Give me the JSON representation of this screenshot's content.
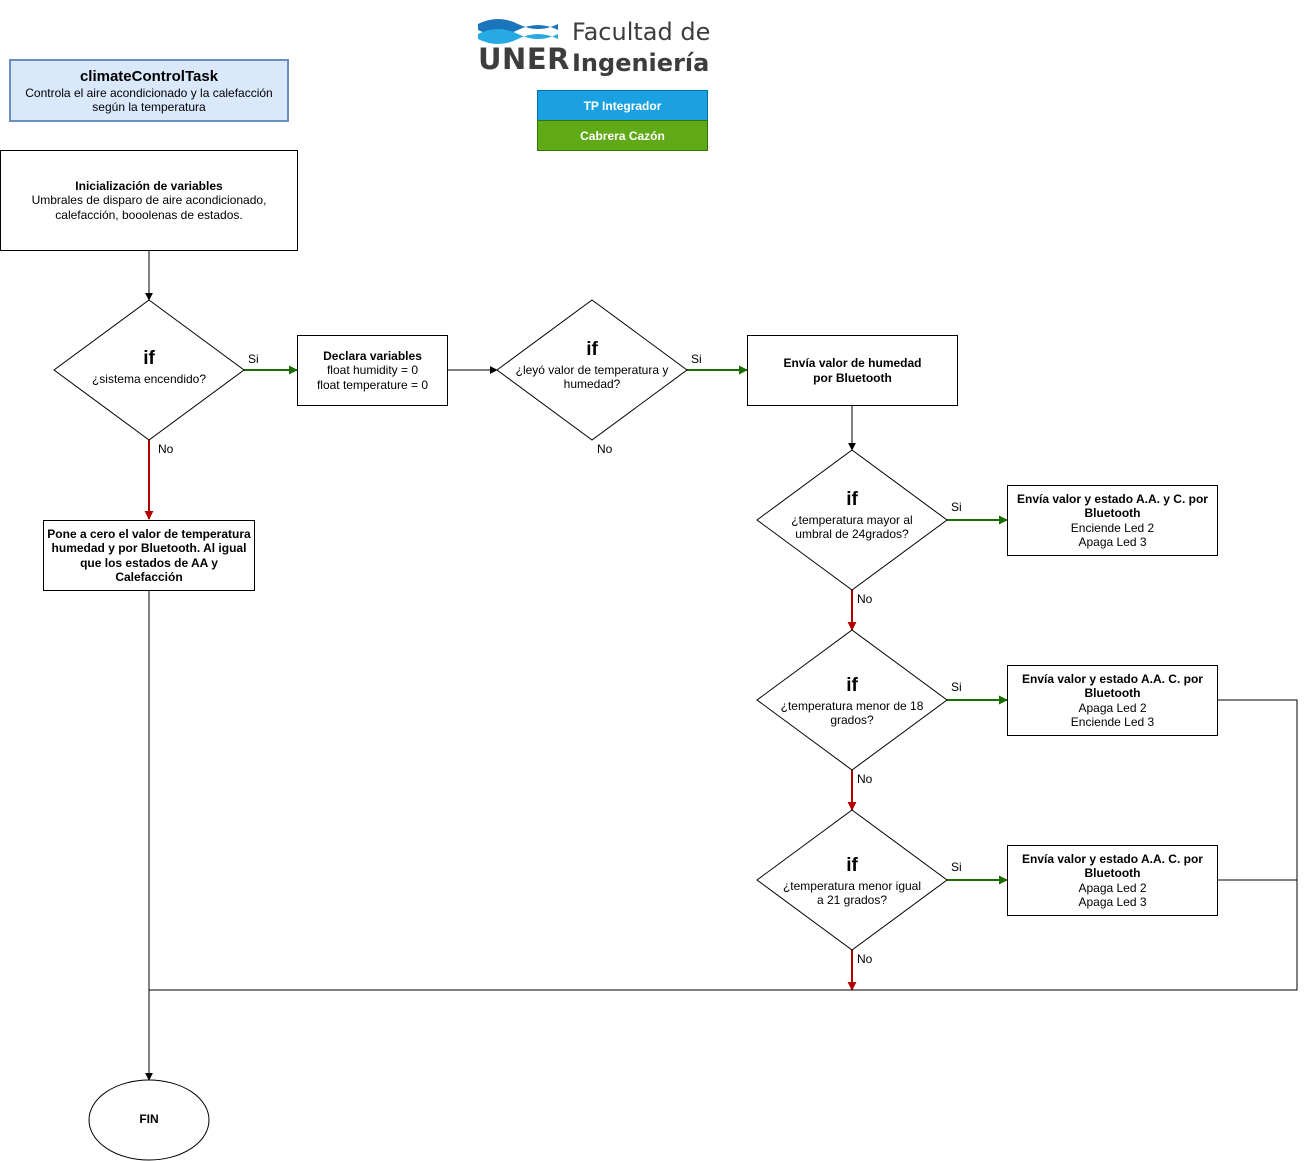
{
  "header": {
    "logo_brand": "UNER",
    "logo_line1": "Facultad de",
    "logo_line2": "Ingeniería",
    "tag1": "TP Integrador",
    "tag2": "Cabrera Cazón",
    "tag1_color": "#1ba1e2",
    "tag2_color": "#60a917"
  },
  "title_box": {
    "name": "climateControlTask",
    "desc1": "Controla el aire acondicionado y la calefacción",
    "desc2": "según la temperatura"
  },
  "init": {
    "title": "Inicialización de variables",
    "l1": "Umbrales de disparo de aire acondicionado,",
    "l2": "calefacción, booolenas de estados."
  },
  "d1": {
    "kw": "if",
    "l1": "¿sistema encendido?"
  },
  "declare": {
    "title": "Declara variables",
    "l1": "float humidity = 0",
    "l2": "float temperature = 0"
  },
  "d2": {
    "kw": "if",
    "l1": "¿leyó valor de temperatura y",
    "l2": "humedad?"
  },
  "send_hum": {
    "l1": "Envía valor de humedad",
    "l2": "por Bluetooth"
  },
  "reset": {
    "l1": "Pone a cero el valor de temperatura",
    "l2": "humedad y por Bluetooth. Al igual",
    "l3": "que los estados de AA y",
    "l4": "Calefacción"
  },
  "d3": {
    "kw": "if",
    "l1": "¿temperatura mayor al",
    "l2": "umbral de 24grados?"
  },
  "act1": {
    "l1": "Envía valor y estado A.A. y C. por",
    "l2": "Bluetooth",
    "l3": "Enciende Led 2",
    "l4": "Apaga Led 3"
  },
  "d4": {
    "kw": "if",
    "l1": "¿temperatura menor de 18",
    "l2": "grados?"
  },
  "act2": {
    "l1": "Envía valor y estado A.A. C. por",
    "l2": "Bluetooth",
    "l3": "Apaga Led 2",
    "l4": "Enciende Led 3"
  },
  "d5": {
    "kw": "if",
    "l1": "¿temperatura menor igual",
    "l2": "a 21 grados?"
  },
  "act3": {
    "l1": "Envía valor y estado A.A. C. por",
    "l2": "Bluetooth",
    "l3": "Apaga Led 2",
    "l4": "Apaga Led 3"
  },
  "end": {
    "label": "FIN"
  },
  "edge_labels": {
    "yes": "Si",
    "no": "No"
  },
  "colors": {
    "yes_edge": "#1a6d00",
    "no_edge": "#b20000",
    "default_edge": "#000000"
  }
}
